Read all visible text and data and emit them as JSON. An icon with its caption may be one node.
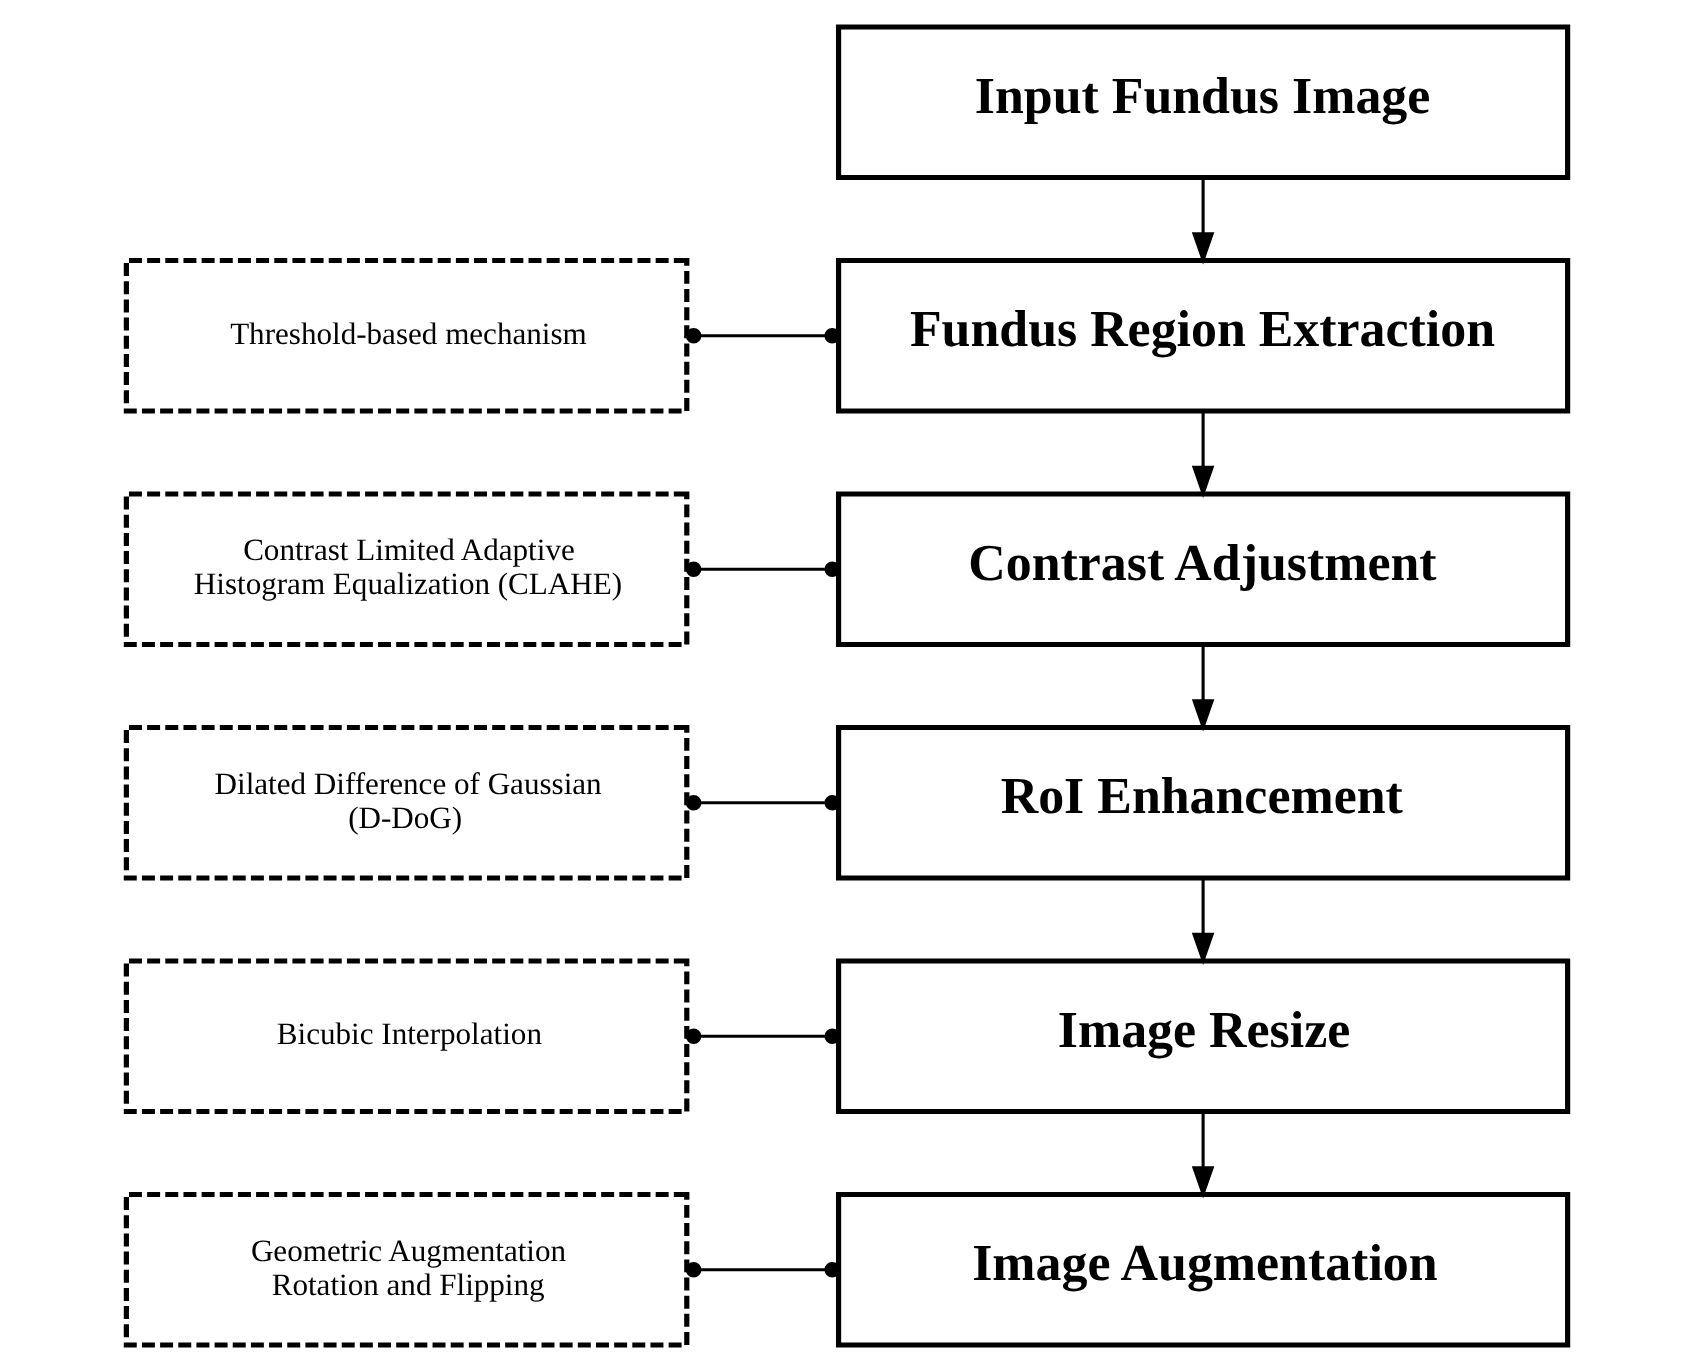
{
  "diagram": {
    "nodes": [
      {
        "text": [
          "Input Fundus Image"
        ]
      },
      {
        "text": [
          "Threshold-based mechanism"
        ]
      },
      {
        "text": [
          "Fundus Region Extraction"
        ]
      },
      {
        "text": [
          "Contrast Limited Adaptive Histogram Equalization (CLAHE)"
        ]
      },
      {
        "text": [
          "Contrast Adjustment"
        ]
      },
      {
        "text": [
          "Dilated Difference of Gaussian (D-DoG)"
        ]
      },
      {
        "text": [
          "RoI Enhancement"
        ]
      },
      {
        "text": [
          "Bicubic Interpolation"
        ]
      },
      {
        "text": [
          "Image Resize"
        ]
      },
      {
        "text": [
          "Geometric Augmentation Rotation and Flipping"
        ]
      },
      {
        "text": [
          "Image Augmentation"
        ]
      }
    ],
    "edges": [
      {
        "from": 0,
        "to": 2,
        "arrow": "to"
      },
      {
        "from": 1,
        "to": 2,
        "arrow": "other"
      },
      {
        "from": 2,
        "to": 4,
        "arrow": "to"
      },
      {
        "from": 3,
        "to": 4,
        "arrow": "other"
      },
      {
        "from": 4,
        "to": 6,
        "arrow": "to"
      },
      {
        "from": 5,
        "to": 6,
        "arrow": "other"
      },
      {
        "from": 6,
        "to": 8,
        "arrow": "to"
      },
      {
        "from": 7,
        "to": 8,
        "arrow": "other"
      },
      {
        "from": 8,
        "to": 10,
        "arrow": "to"
      },
      {
        "from": 9,
        "to": 10,
        "arrow": "other"
      }
    ]
  }
}
